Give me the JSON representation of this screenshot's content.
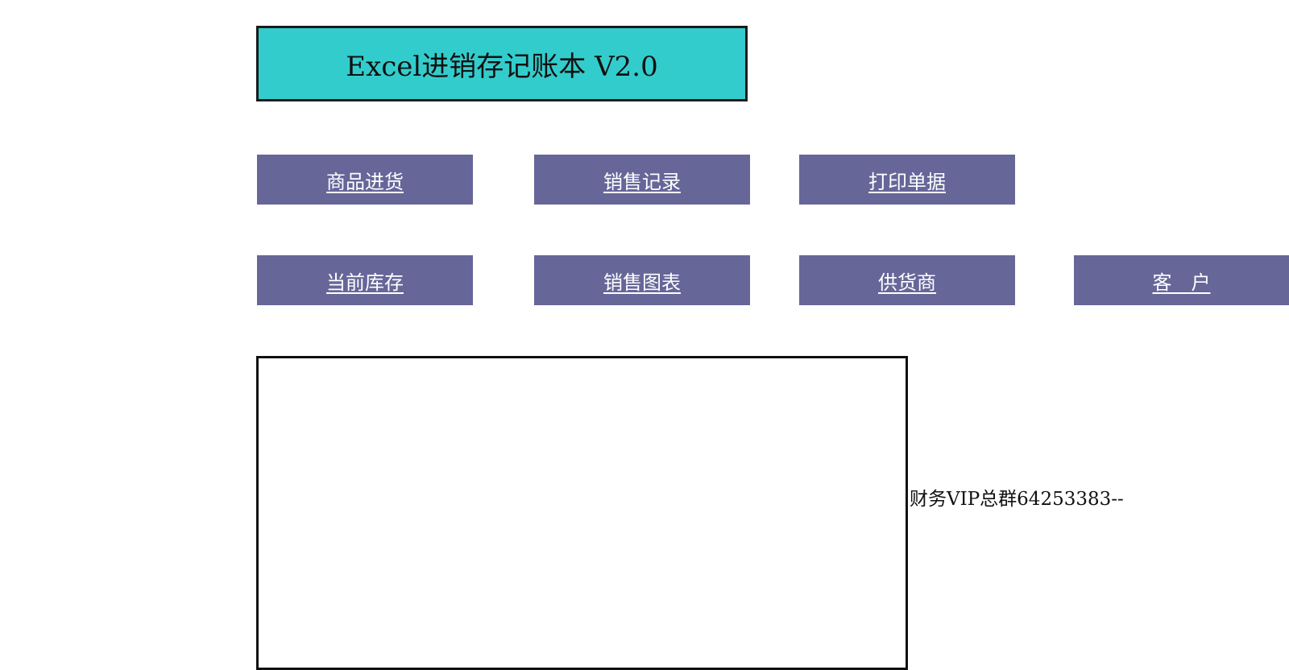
{
  "title": {
    "text": "Excel进销存记账本 V2.0",
    "background": "#33CCCC"
  },
  "nav": {
    "button_color": "#666699",
    "row1": [
      {
        "label": "商品进货"
      },
      {
        "label": "销售记录"
      },
      {
        "label": "打印单据"
      }
    ],
    "row2": [
      {
        "label": "当前库存"
      },
      {
        "label": "销售图表"
      },
      {
        "label": "供货商"
      },
      {
        "label": "客　户"
      }
    ]
  },
  "side_note": "财务VIP总群64253383--"
}
